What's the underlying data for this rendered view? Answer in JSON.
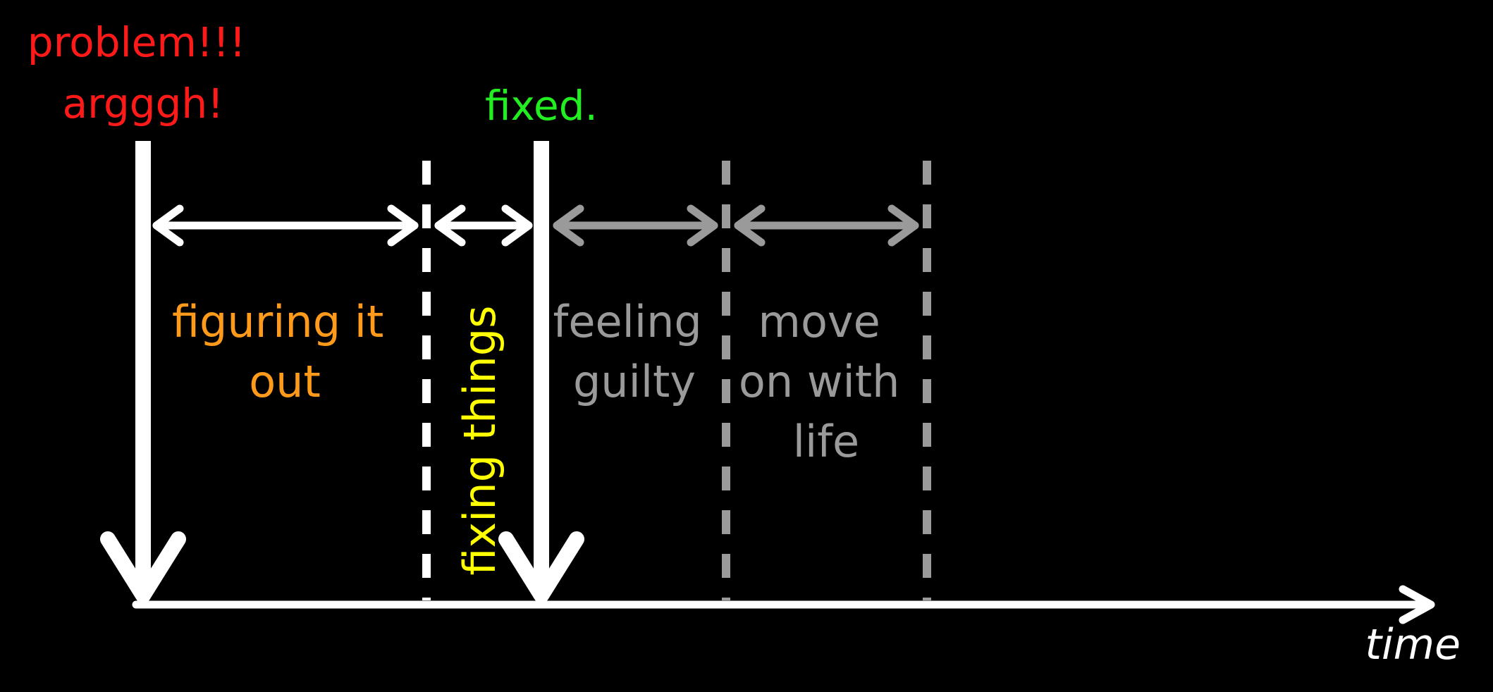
{
  "problem_label": [
    "problem!!!",
    "argggh!"
  ],
  "fixed_label": "fixed.",
  "time_label": "time",
  "phases": [
    {
      "lines": [
        "figuring it",
        "out"
      ]
    },
    {
      "lines": [
        "fixing things"
      ]
    },
    {
      "lines": [
        "feeling",
        "guilty"
      ]
    },
    {
      "lines": [
        "move",
        "on with",
        "life"
      ]
    }
  ],
  "colors": {
    "background": "#000000",
    "problem": "#ff1a1a",
    "fixed": "#22ee22",
    "figuring": "#ff9a1a",
    "fixing": "#ffff00",
    "after": "#9a9a9a",
    "axis": "#ffffff"
  }
}
